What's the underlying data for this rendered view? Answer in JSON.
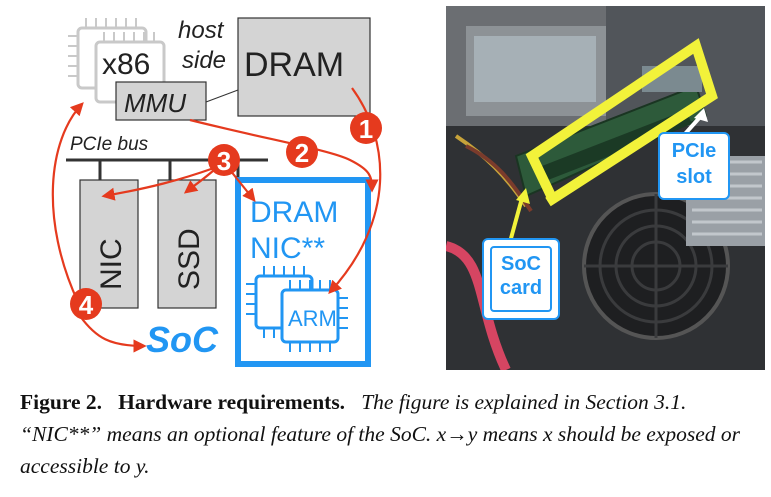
{
  "diagram": {
    "host_cpu_label": "x86",
    "host_side_label_line1": "host",
    "host_side_label_line2": "side",
    "mmu_label": "MMU",
    "dram_label": "DRAM",
    "pcie_bus_label": "PCIe bus",
    "nic_label": "NIC",
    "ssd_label": "SSD",
    "soc_dram_label": "DRAM",
    "soc_nic_label": "NIC**",
    "arm_label": "ARM",
    "soc_label": "SoC",
    "step_markers": [
      "1",
      "2",
      "3",
      "4"
    ],
    "colors": {
      "accent_blue": "#2196f3",
      "marker_red": "#e53a1e",
      "box_gray": "#d4d4d4"
    }
  },
  "photo": {
    "pcie_slot_line1": "PCIe",
    "pcie_slot_line2": "slot",
    "soc_card_line1": "SoC",
    "soc_card_line2": "card",
    "colors": {
      "highlight_yellow": "#f2f23a"
    }
  },
  "caption": {
    "label": "Figure 2.",
    "title": "Hardware requirements.",
    "text": "The figure is explained in Section 3.1. “NIC**” means an optional feature of the SoC. x→y means x should be exposed or accessible to y."
  }
}
